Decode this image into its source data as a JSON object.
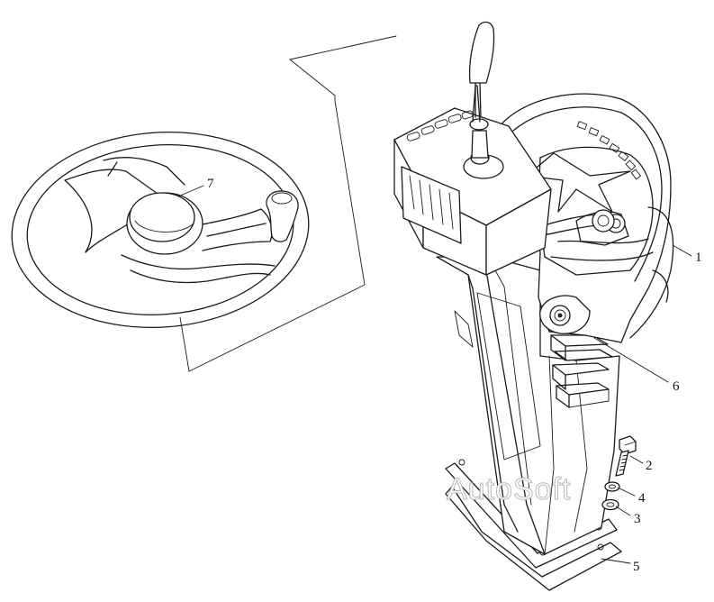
{
  "figure": {
    "subject": "steering column with steering wheel assembly",
    "callouts": [
      {
        "id": "c1",
        "label": "1"
      },
      {
        "id": "c2",
        "label": "2"
      },
      {
        "id": "c3",
        "label": "3"
      },
      {
        "id": "c4",
        "label": "4"
      },
      {
        "id": "c5",
        "label": "5"
      },
      {
        "id": "c6",
        "label": "6"
      },
      {
        "id": "c7",
        "label": "7"
      }
    ],
    "watermark": "AutoSoft"
  },
  "colors": {
    "line": "#1a1a1a",
    "background": "#ffffff",
    "watermark_outline": "#b8b8b8"
  }
}
